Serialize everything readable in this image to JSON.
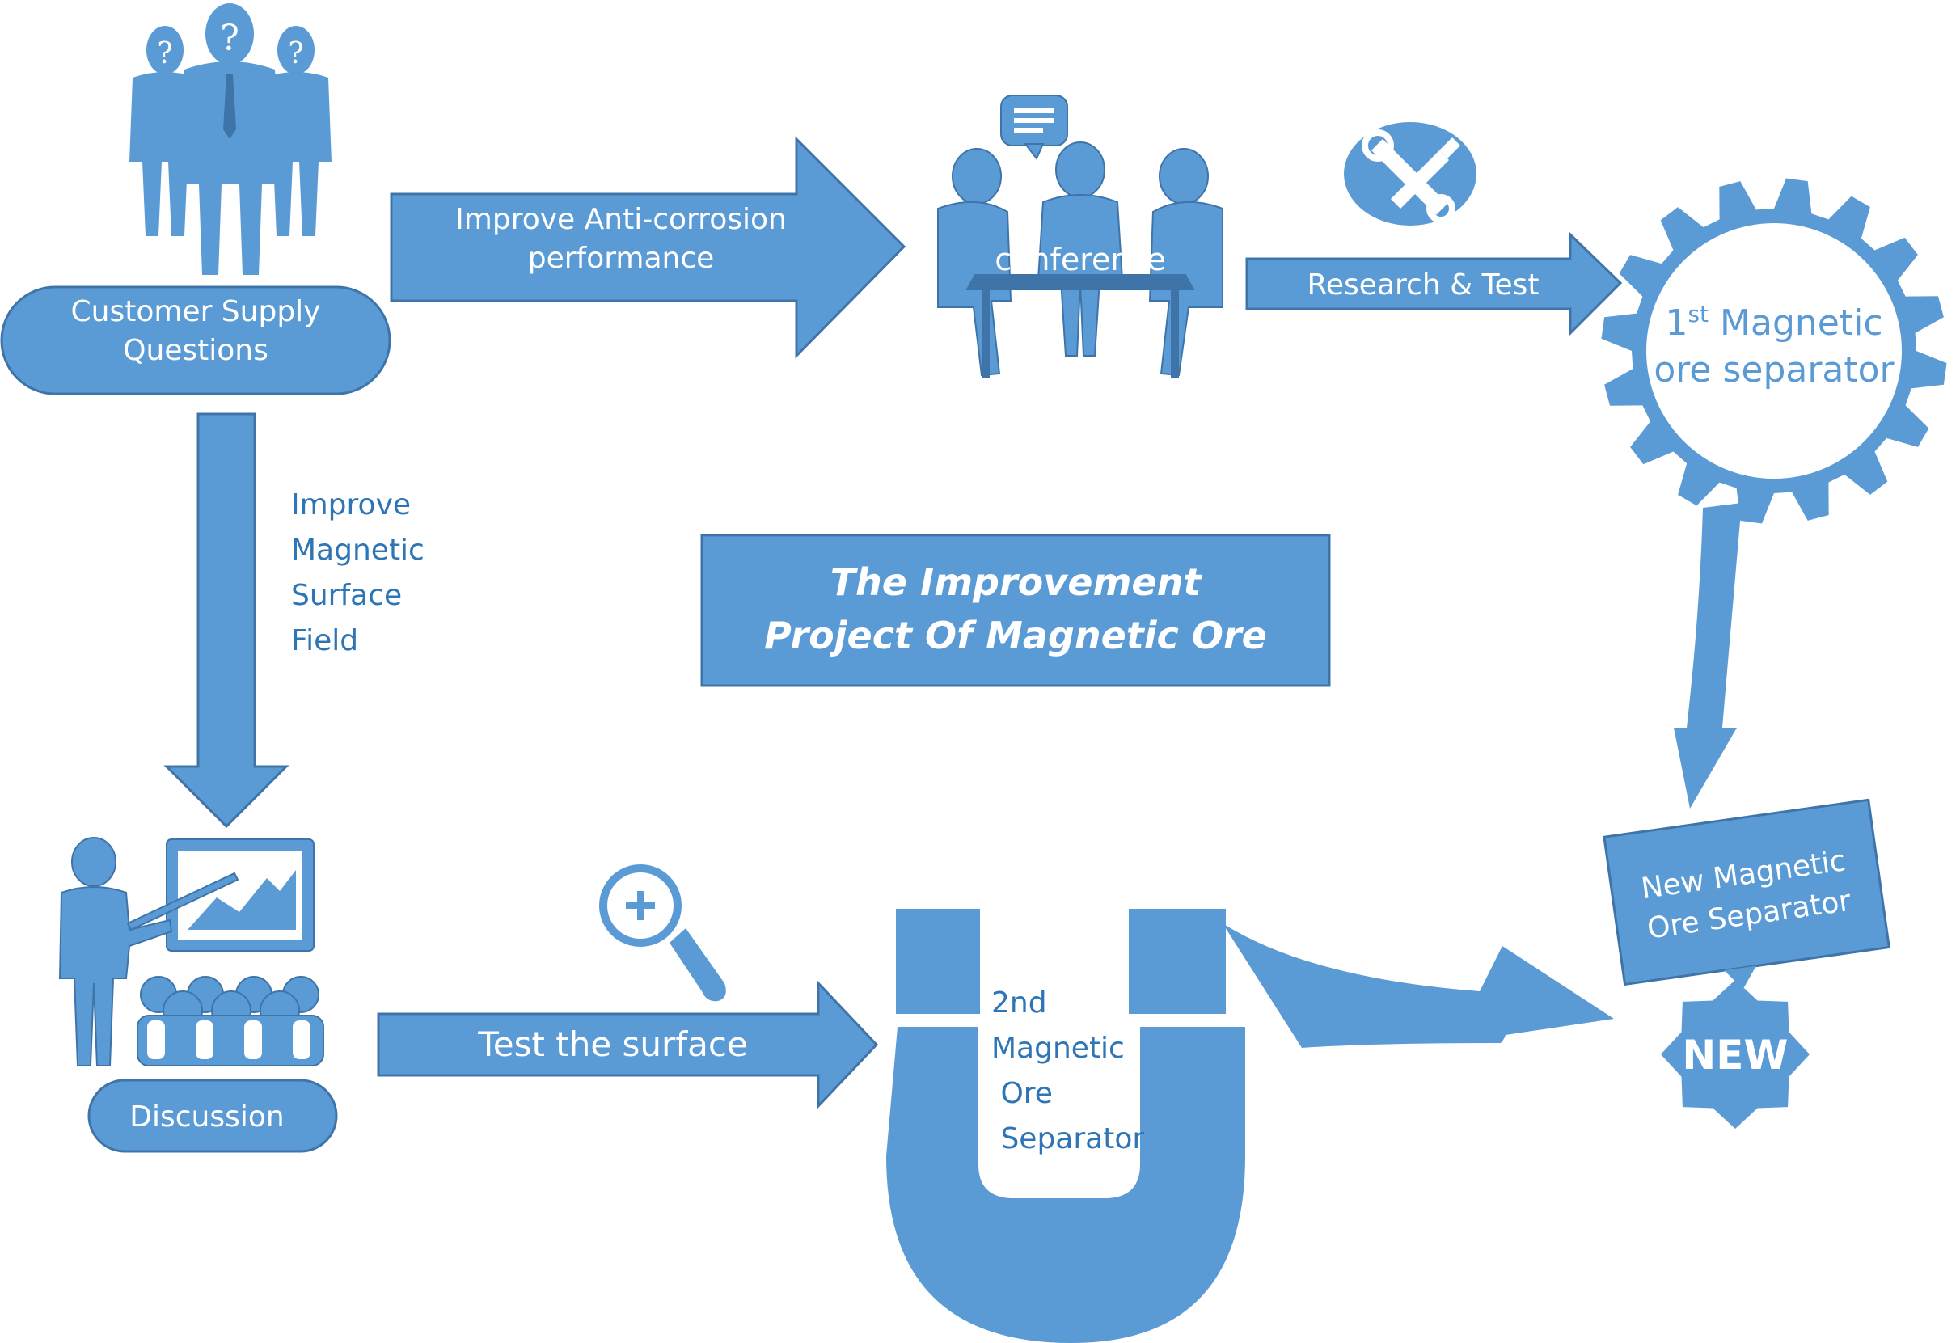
{
  "colors": {
    "primary": "#5b9bd5",
    "dark": "#3f74a8",
    "text_on_primary": "#ffffff",
    "text_primary": "#2e75b6",
    "background": "#ffffff"
  },
  "nodes": {
    "customer_supply_questions": "Customer Supply\nQuestions",
    "conference": "conference",
    "first_separator_pre": "1",
    "first_separator_sup": "st",
    "first_separator_post": " Magnetic",
    "first_separator_line2": "ore separator",
    "discussion": "Discussion",
    "second_separator": "2nd\nMagnetic\n Ore\n Separator",
    "new_separator": "New Magnetic\nOre Separator",
    "new_badge": "NEW"
  },
  "edges": {
    "anti_corrosion": "Improve Anti-corrosion\nperformance",
    "research_test": "Research & Test",
    "improve_field": "Improve\nMagnetic\nSurface\nField",
    "test_surface": "Test the surface"
  },
  "title": "The Improvement\nProject Of Magnetic Ore",
  "icons": [
    "question-people-icon",
    "conference-table-icon",
    "speech-bubble-icon",
    "tools-icon",
    "gear-icon",
    "presentation-icon",
    "magnifier-plus-icon",
    "horseshoe-magnet-icon",
    "new-badge-icon"
  ]
}
